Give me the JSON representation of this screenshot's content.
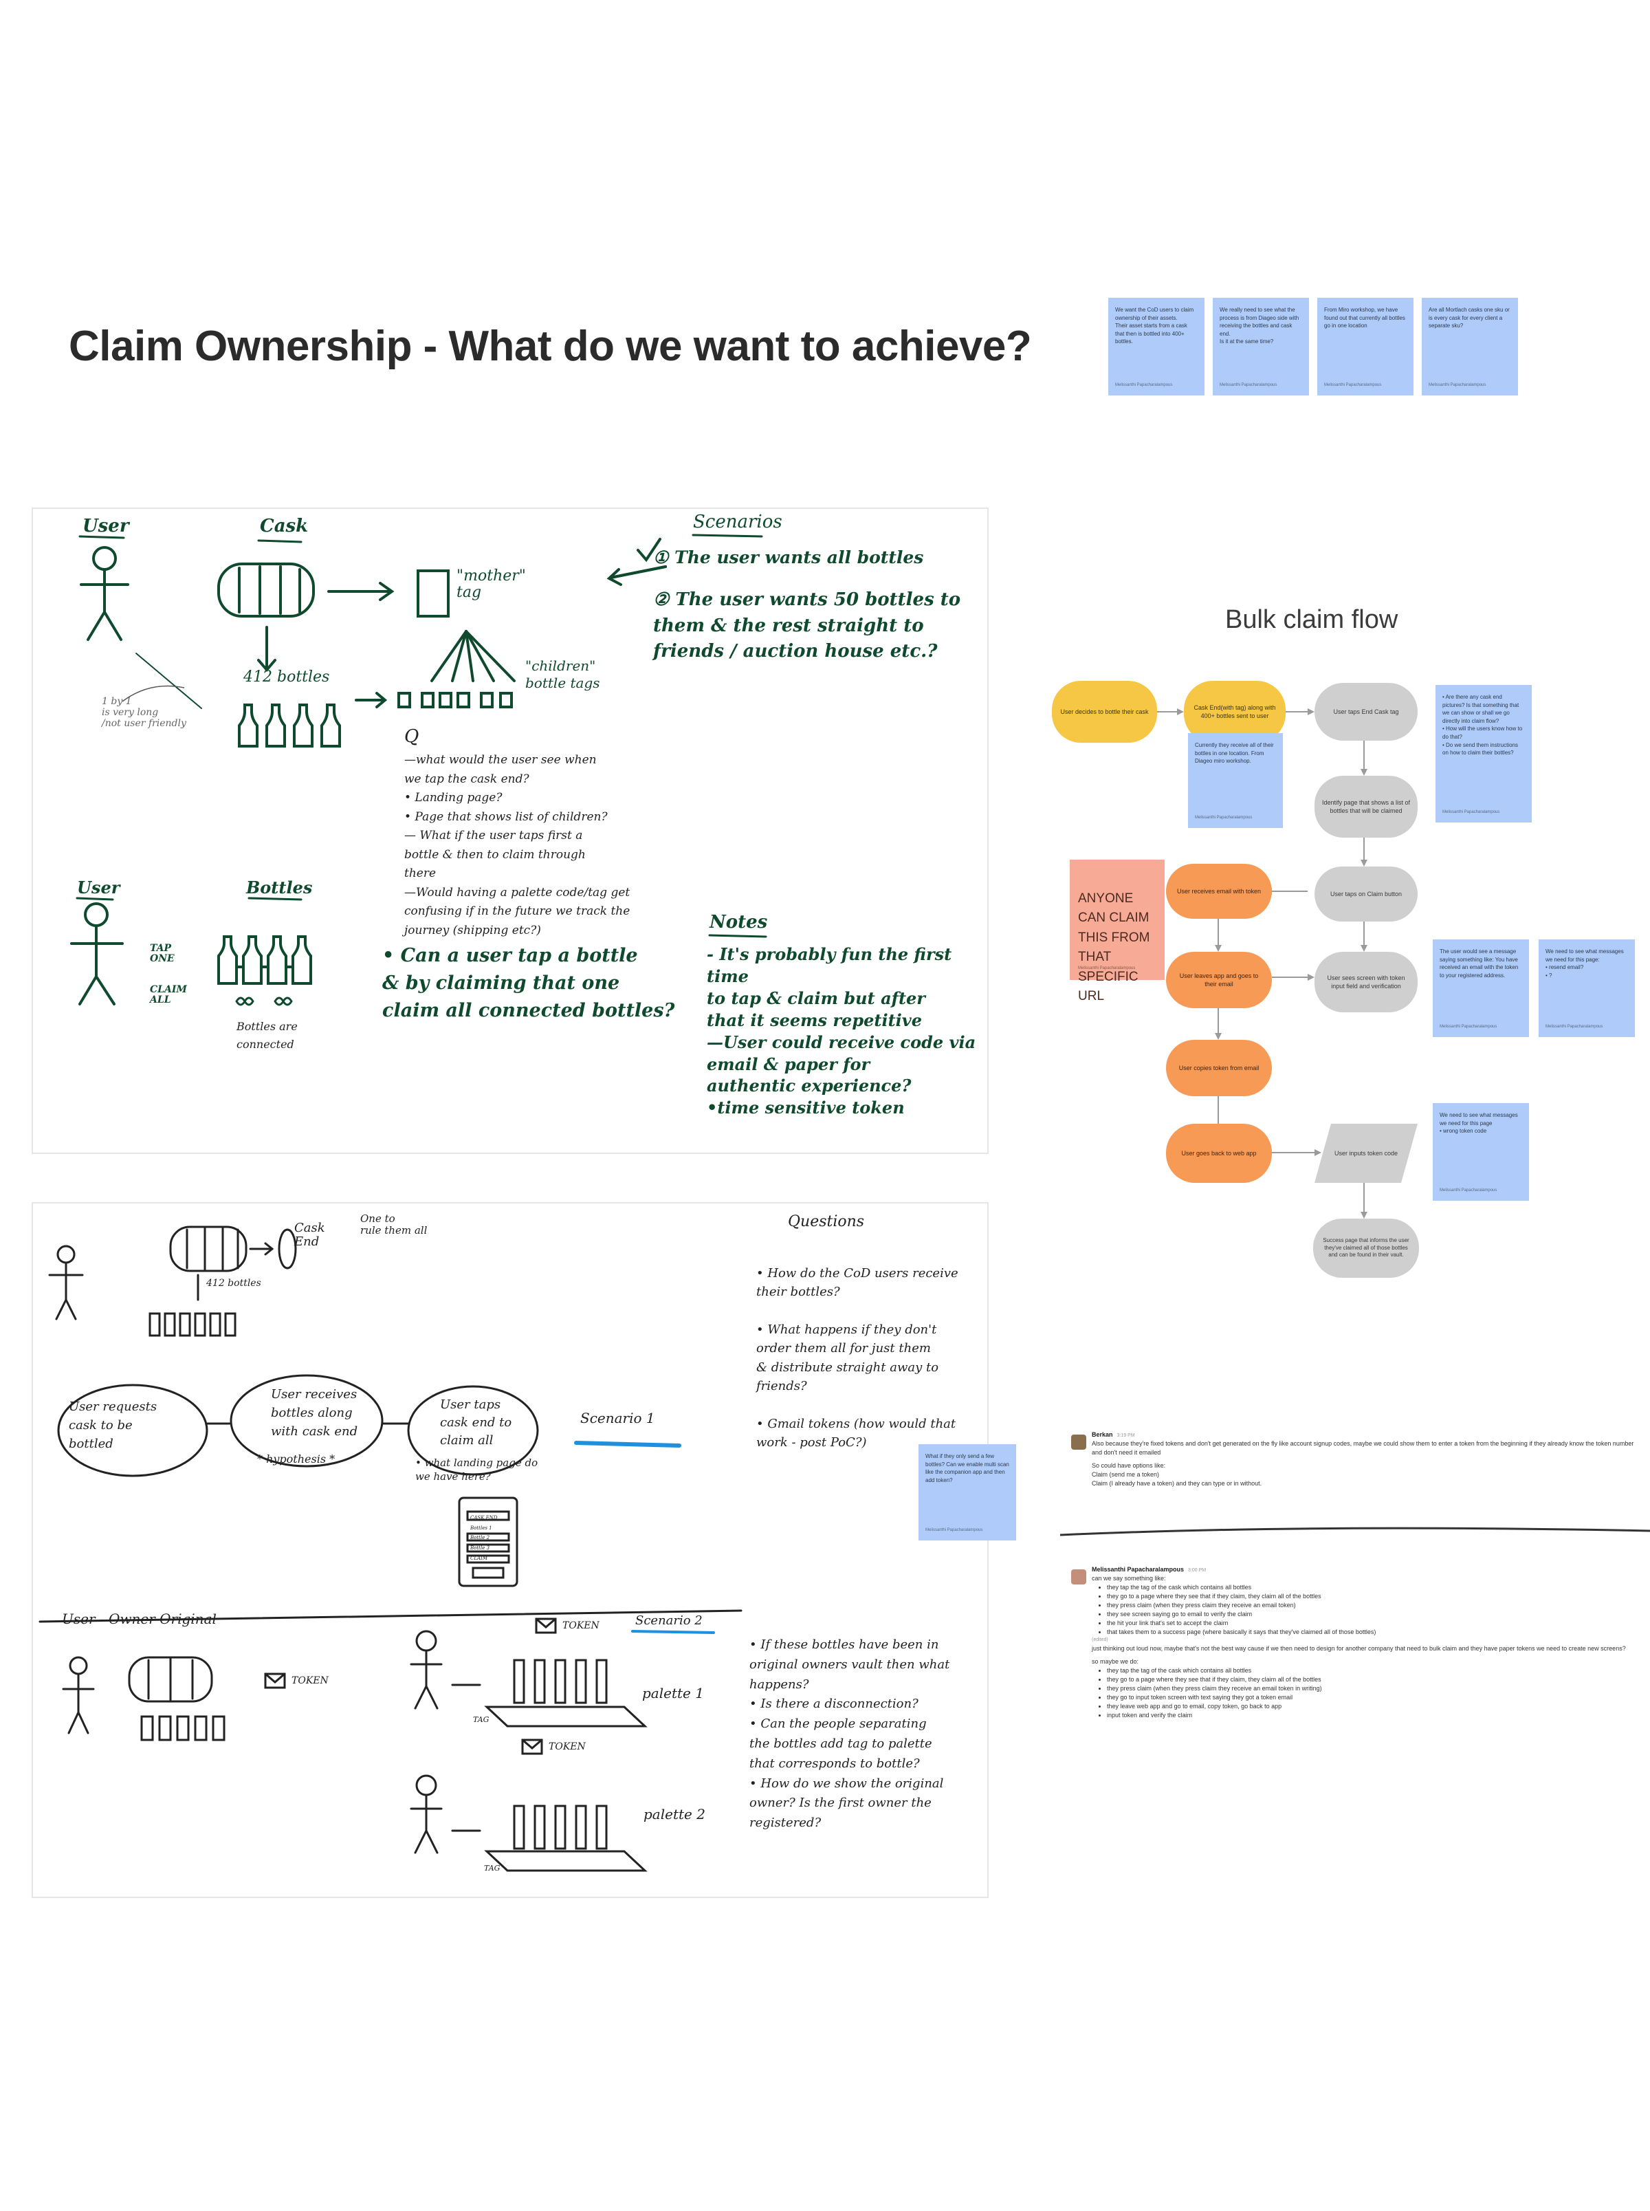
{
  "page": {
    "title": "Claim Ownership - What do we want to achieve?"
  },
  "goal_stickies": [
    {
      "text": "We want the CoD users to claim ownership of their assets.\nTheir asset starts from a cask that then is bottled into 400+ bottles.",
      "author": "Melissanthi Papacharalampous"
    },
    {
      "text": "We really need to see what the process is from Diageo side with receiving the bottles and cask end.\nIs it at the same time?",
      "author": "Melissanthi Papacharalampous"
    },
    {
      "text": "From Miro workshop, we have found out that currently all bottles go in one location",
      "author": "Melissanthi Papacharalampous"
    },
    {
      "text": "Are all Mortlach casks one sku or is every cask for every client a separate sku?",
      "author": "Melissanthi Papacharalampous"
    }
  ],
  "board1": {
    "user": "User",
    "cask": "Cask",
    "mother_tag": "\"mother\"\ntag",
    "bottles_412": "412 bottles",
    "children": "\"children\"\nbottle tags",
    "too_long": "1 by 1\nis very long\n/not user friendly",
    "scenarios_title": "Scenarios",
    "scenario_1": "① The user wants all bottles",
    "scenario_2": "② The user wants 50 bottles to\nthem & the rest straight to\nfriends / auction house etc.?",
    "q_title": "Q",
    "questions": "—what would the user see when\nwe tap the cask end?\n• Landing page?\n• Page that shows list of children?\n— What if the user taps first a\nbottle & then to claim through\nthere\n—Would having a palette code/tag get\nconfusing if in the future we track the\njourney (shipping etc?)",
    "user2": "User",
    "bottles_head": "Bottles",
    "tap_one": "TAP\nONE",
    "claim_all": "CLAIM\nALL",
    "bottles_connected": "Bottles are\nconnected",
    "can_user_tap": "• Can a user tap a bottle\n& by claiming that one\nclaim all connected bottles?",
    "notes_title": "Notes",
    "notes": "- It's probably fun the first time\nto tap & claim but after\nthat it seems repetitive\n—User could receive code via\nemail & paper for\nauthentic experience?\n•time sensitive token"
  },
  "flow": {
    "title": "Bulk claim flow",
    "yellow_1": "User decides to bottle their cask",
    "yellow_2": "Cask End(with tag) along with 400+ bottles sent to user",
    "grey_1": "User taps End Cask tag",
    "grey_2": "Identify page that shows a list of bottles that will be claimed",
    "grey_3": "User taps on Claim button",
    "grey_4": "User sees screen with token input field and verification",
    "orange_1": "User receives email with token",
    "orange_2": "User leaves app and goes to their email",
    "orange_3": "User copies token from email",
    "orange_4": "User goes back to web app",
    "para": "User inputs token code",
    "grey_end": "Success page that informs the user they've claimed all of those bottles and can be found in their vault.",
    "salmon": "ANYONE\nCAN CLAIM\nTHIS FROM\nTHAT\nSPECIFIC\nURL",
    "salmon_author": "Melissanthi Papacharalampous",
    "sticky_location": "Currently they receive all of their bottles in one location. From Diageo miro workshop.",
    "sticky_questions": "• Are there any cask end pictures? Is that something that we can show or shall we go directly into claim flow?\n• How will the users know how to do that?\n• Do we send them instructions on how to claim their bottles?",
    "sticky_message": "The user would see a message saying something like: You have received an email with the token to your registered address.",
    "sticky_resend": "We need to see what messages we need for this page:\n• resend email?\n• ?",
    "sticky_wrong": "We need to see what messages we need for this page\n• wrong token code",
    "sticky_author": "Melissanthi Papacharalampous"
  },
  "board2": {
    "cask_end": "Cask\nEnd",
    "one_to_rule": "One to\nrule them all",
    "bottles_412": "412 bottles",
    "user_requests": "User requests\ncask to be\nbottled",
    "user_receives": "User receives\nbottles along\nwith cask end",
    "hypothesis": "* hypothesis *",
    "user_taps": "User taps\ncask end to\nclaim all",
    "scenario_1": "Scenario 1",
    "landing_q": "• what landing page do\nwe have here?",
    "phone_lines": "CASK END\nBottles 1\nBottle 2\nBottle 3\nCLAIM",
    "questions_title": "Questions",
    "questions": "• How do the CoD users receive\ntheir bottles?\n\n• What happens if they don't\norder them all for just them\n& distribute straight away to\nfriends?\n\n• Gmail tokens (how would that\nwork - post PoC?)",
    "sticky_multi": "What if they only send a few bottles? Can we enable multi scan like the companion app and then add token?",
    "sticky_author": "Melissanthi Papacharalampous",
    "owner_original": "User - Owner Original",
    "token_1": "TOKEN",
    "token_2": "TOKEN",
    "token_3": "TOKEN",
    "scenario_2": "Scenario 2",
    "tag_1": "TAG",
    "tag_2": "TAG",
    "palette_1": "palette 1",
    "palette_2": "palette 2",
    "questions_2": "• If these bottles have been in\noriginal owners vault then what\nhappens?\n• Is there a disconnection?\n• Can the people separating\nthe bottles add tag to palette\nthat corresponds to bottle?\n• How do we show the original\nowner? Is the first owner the\nregistered?"
  },
  "chat": {
    "msg1_name": "Berkan",
    "msg1_time": "3:19 PM",
    "msg1_text": "Also because they're fixed tokens and don't get generated on the fly like account signup codes, maybe we could show them to enter a token from the beginning if they already know the token number and don't need it emailed",
    "msg1_options": "So could have options like:",
    "msg1_opt1": "Claim (send me a token)",
    "msg1_opt2": "Claim (I already have a token) and they can type or in without.",
    "msg2_name": "Melissanthi Papacharalampous",
    "msg2_time": "3:00 PM",
    "msg2_intro": "can we say something like:",
    "msg2_steps": [
      "they tap the tag of the cask which contains all bottles",
      "they go to a page where they see that if they claim, they claim all of the bottles",
      "they press claim (when they press claim they receive an email token)",
      "they see screen saying go to email to verify the claim",
      "the hit your link that's set to accept the claim",
      "that takes them to a success page (where basically it says that they've claimed all of those bottles)"
    ],
    "edited": "(edited)",
    "msg2_mid": "just thinking out loud now, maybe that's not the best way cause if we then need to design for another company that need to bulk claim and they have paper tokens we need to create new screens?",
    "msg2_so": "so maybe we do:",
    "msg2_steps2": [
      "they tap the tag of the cask which contains all bottles",
      "they go to a page where they see that if they claim, they claim all of the bottles",
      "they press claim (when they press claim they receive an email token in writing)",
      "they go to input token screen with text saying they got a token email",
      "they leave web app and go to email, copy token, go back to app",
      "input token and verify the claim"
    ]
  },
  "colors": {
    "sticky_blue": "#aecbfa",
    "node_yellow": "#f6c744",
    "node_orange": "#f79a55",
    "node_grey": "#cfcfcf",
    "salmon": "#f7ab96",
    "ink_green": "#0f4a2e"
  }
}
